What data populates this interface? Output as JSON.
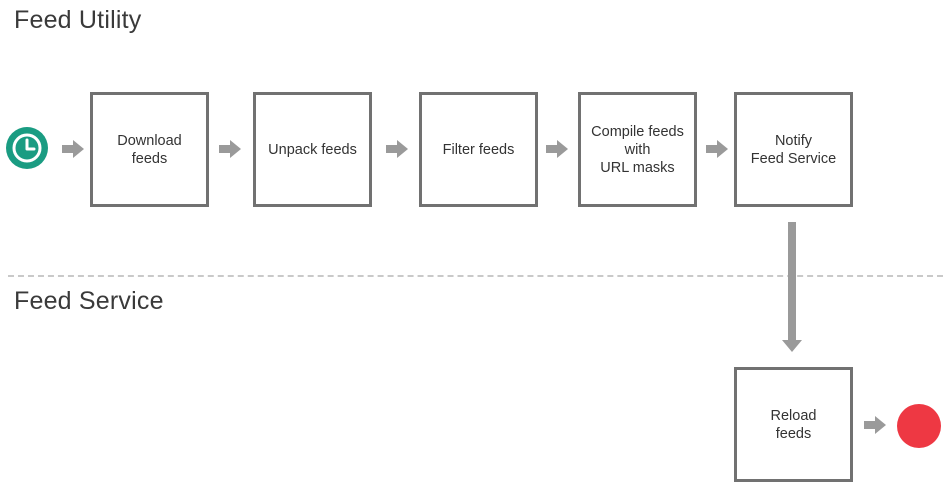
{
  "lanes": {
    "utility": {
      "title": "Feed Utility"
    },
    "service": {
      "title": "Feed Service"
    }
  },
  "steps": [
    {
      "id": "download",
      "label": "Download\nfeeds"
    },
    {
      "id": "unpack",
      "label": "Unpack feeds"
    },
    {
      "id": "filter",
      "label": "Filter feeds"
    },
    {
      "id": "compile",
      "label": "Compile feeds\nwith\nURL masks"
    },
    {
      "id": "notify",
      "label": "Notify\nFeed Service"
    },
    {
      "id": "reload",
      "label": "Reload\nfeeds"
    }
  ],
  "events": {
    "start": {
      "icon": "clock-icon",
      "color": "#1a9c82"
    },
    "end": {
      "icon": "end-circle",
      "color": "#ee3843"
    }
  },
  "colors": {
    "arrow": "#9a9a9a",
    "box_border": "#717171",
    "divider": "#c9c9c9"
  }
}
